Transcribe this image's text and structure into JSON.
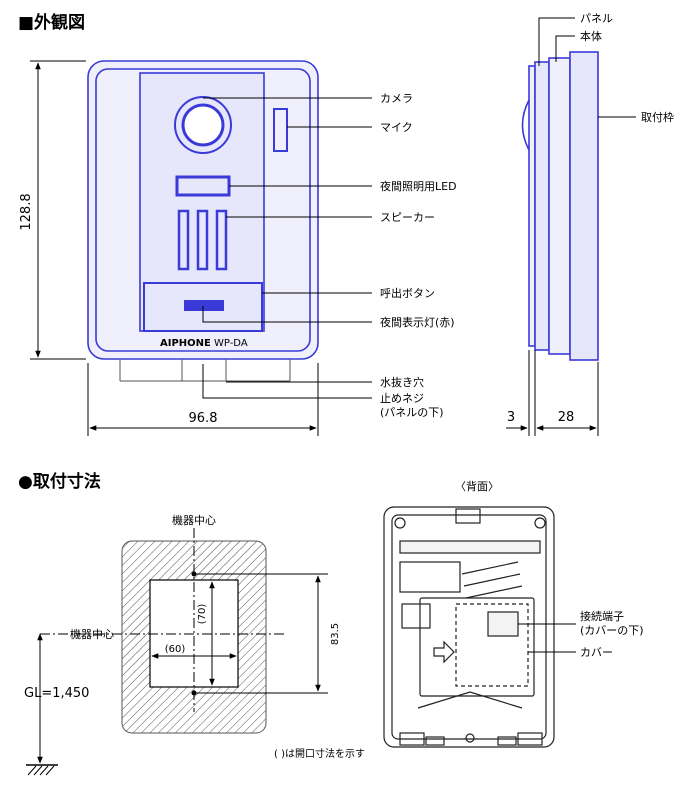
{
  "sections": {
    "exterior_title": "■外観図",
    "mounting_title": "●取付寸法",
    "back_title": "〈背面〉"
  },
  "front_labels": {
    "camera": "カメラ",
    "mic": "マイク",
    "led": "夜間照明用LED",
    "speaker": "スピーカー",
    "call_button": "呼出ボタン",
    "night_lamp": "夜間表示灯(赤)",
    "drain_hole": "水抜き穴",
    "screw": "止めネジ",
    "screw_note": "(パネルの下)"
  },
  "side_labels": {
    "panel": "パネル",
    "body": "本体",
    "frame": "取付枠"
  },
  "device": {
    "brand": "AIPHONE",
    "model": "WP-DA"
  },
  "dimensions": {
    "height": "128.8",
    "width": "96.8",
    "panel_depth": "3",
    "body_depth": "28",
    "mount_vertical": "83.5",
    "opening_width": "(60)",
    "opening_height": "(70)",
    "ground_height": "GL=1,450"
  },
  "mounting_labels": {
    "center_top": "機器中心",
    "center_left": "機器中心",
    "note": "( )は開口寸法を示す"
  },
  "back_labels": {
    "terminal": "接続端子",
    "terminal_note": "(カバーの下)",
    "cover": "カバー"
  },
  "colors": {
    "device_blue": "#3a3ad8",
    "device_fill": "#e7e7fb",
    "hatch": "#555555"
  }
}
